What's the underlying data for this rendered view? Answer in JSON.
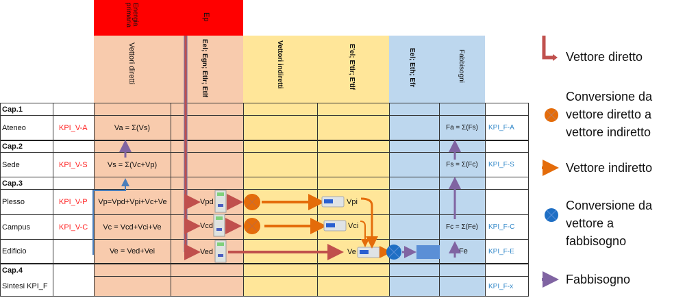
{
  "header": {
    "energia_primaria": "Energia primaria",
    "ep": "Ep",
    "columns": [
      {
        "label": "Vettori diretti"
      },
      {
        "label": "Eel; Egn; Etlr; Etlf"
      },
      {
        "label": "Vettori indiretti"
      },
      {
        "label": "E'el; E'tlr; E'tlf"
      },
      {
        "label": "Eel; Eth; Efr"
      },
      {
        "label": "Fabbisogni"
      }
    ]
  },
  "rows": [
    {
      "level": "Cap.1",
      "kind": "cap"
    },
    {
      "level": "Ateneo",
      "kpi_v": "KPI_V-A",
      "vettori": "Va = Σ(Vs)",
      "fabbisogni": "Fa = Σ(Fs)",
      "kpi_f": "KPI_F-A"
    },
    {
      "level": "Cap.2",
      "kind": "cap"
    },
    {
      "level": "Sede",
      "kpi_v": "KPI_V-S",
      "vettori": "Vs = Σ(Vc+Vp)",
      "fabbisogni": "Fs = Σ(Fc)",
      "kpi_f": "KPI_F-S"
    },
    {
      "level": "Cap.3",
      "kind": "cap"
    },
    {
      "level": "Plesso",
      "kpi_v": "KPI_V-P",
      "vettori": "Vp=Vpd+Vpi+Vc+Ve",
      "direct": "Vpd",
      "indirect": "Vpi"
    },
    {
      "level": "Campus",
      "kpi_v": "KPI_V-C",
      "vettori": "Vc = Vcd+Vci+Ve",
      "direct": "Vcd",
      "indirect": "Vci",
      "fabbisogni": "Fc = Σ(Fe)",
      "kpi_f": "KPI_F-C"
    },
    {
      "level": "Edificio",
      "vettori": "Ve = Ved+Vei",
      "direct": "Ved",
      "indirect": "Ve",
      "fabbisogni": "Fe",
      "kpi_f": "KPI_F-E"
    },
    {
      "level": "Cap.4",
      "kind": "cap"
    },
    {
      "level": "Sintesi KPI_F",
      "kpi_f": "KPI_F-x"
    }
  ],
  "legend": [
    {
      "icon": "l-arrow-icon",
      "label": "Vettore diretto",
      "color": "#c0504d"
    },
    {
      "icon": "orange-cross-circle-icon",
      "label": "Conversione da vettore diretto a vettore indiretto",
      "lines": [
        "Conversione da",
        "vettore diretto a",
        "vettore indiretto"
      ],
      "color": "#e46c0a"
    },
    {
      "icon": "orange-arrow-icon",
      "label": "Vettore indiretto",
      "color": "#e46c0a"
    },
    {
      "icon": "blue-cross-circle-icon",
      "label": "Conversione da vettore a fabbisogno",
      "lines": [
        "Conversione da",
        "vettore a",
        "fabbisogno"
      ],
      "color": "#1f6fc4"
    },
    {
      "icon": "purple-arrow-icon",
      "label": "Fabbisogno",
      "color": "#8064a2"
    }
  ],
  "colors": {
    "primary_energy": "#ff0000",
    "direct_band": "#f8cbad",
    "indirect_band": "#ffe699",
    "need_band": "#bdd7ee",
    "kpi_v": "#ff2020",
    "kpi_f": "#2e86c8"
  }
}
